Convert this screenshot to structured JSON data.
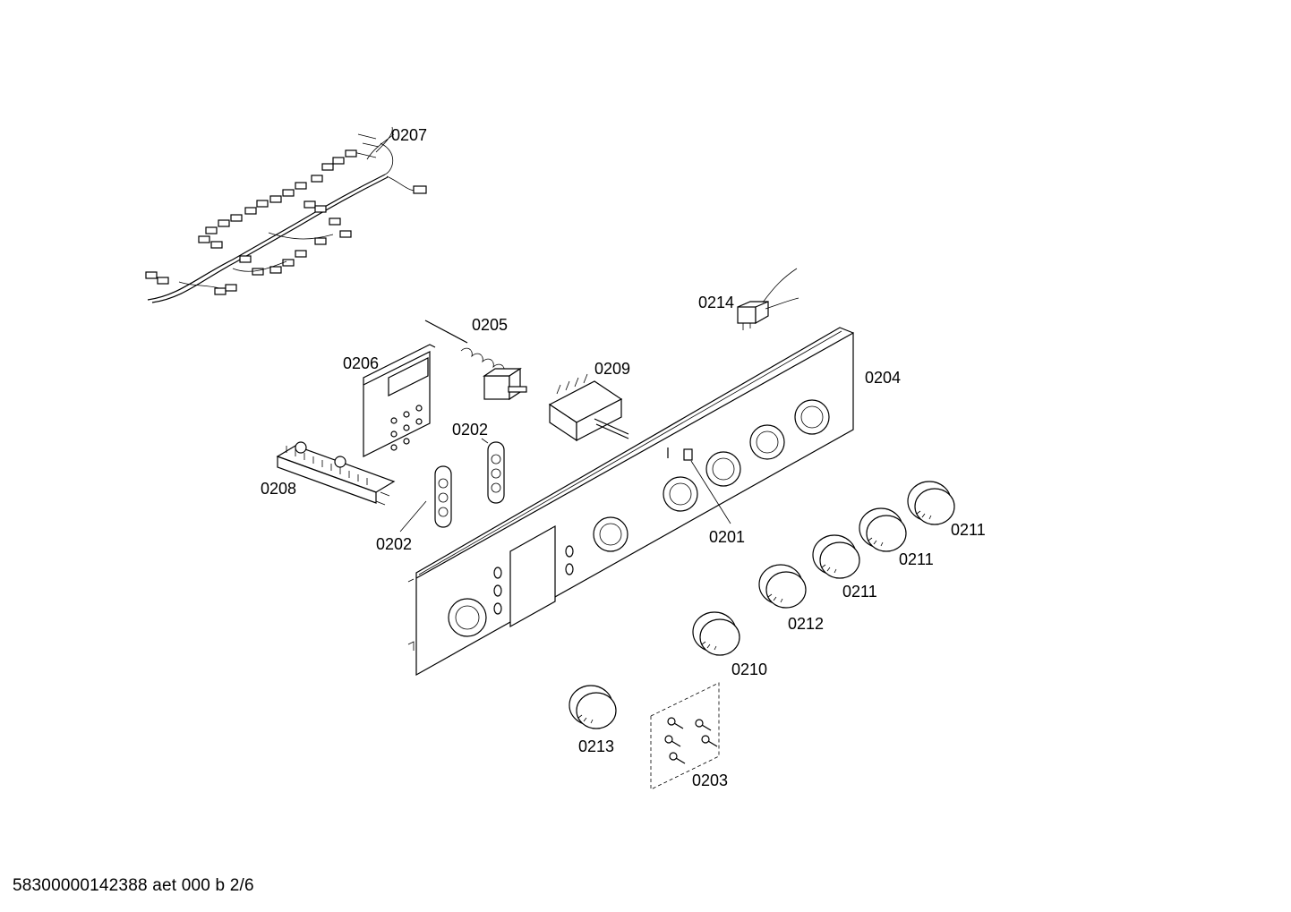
{
  "diagram": {
    "footer_text": "58300000142388 aet 000 b 2/6",
    "callouts": {
      "c0207": "0207",
      "c0214": "0214",
      "c0205": "0205",
      "c0206": "0206",
      "c0209": "0209",
      "c0204": "0204",
      "c0202a": "0202",
      "c0208": "0208",
      "c0202b": "0202",
      "c0201": "0201",
      "c0211a": "0211",
      "c0211b": "0211",
      "c0211c": "0211",
      "c0212": "0212",
      "c0210": "0210",
      "c0213": "0213",
      "c0203": "0203"
    }
  }
}
